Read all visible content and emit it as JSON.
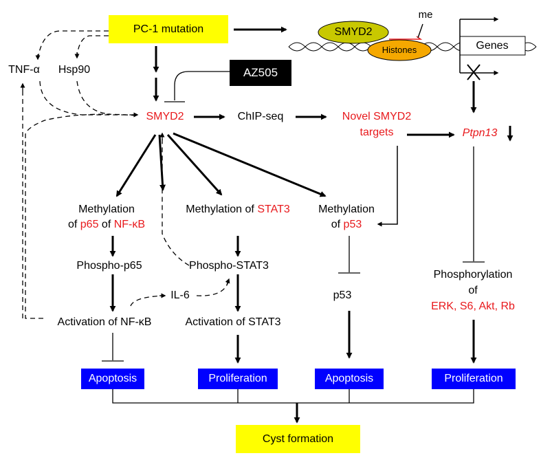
{
  "nodes": {
    "pc1_mutation": "PC-1 mutation",
    "tnf_alpha": "TNF-α",
    "hsp90": "Hsp90",
    "az505": "AZ505",
    "smyd2": "SMYD2",
    "chip_seq": "ChIP-seq",
    "novel_targets_line1": "Novel SMYD2",
    "novel_targets_line2": "targets",
    "ptpn13": "Ptpn13",
    "meth_p65_line1": "Methylation",
    "meth_p65_of": "of ",
    "meth_p65_p65": "p65",
    "meth_p65_of2": " of ",
    "meth_p65_nfkb": "NF-κB",
    "meth_stat3_prefix": "Methylation of ",
    "meth_stat3_stat3": "STAT3",
    "meth_p53_line1": "Methylation",
    "meth_p53_of": "of ",
    "meth_p53_p53": "p53",
    "phospho_p65": "Phospho-p65",
    "phospho_stat3": "Phospho-STAT3",
    "il6": "IL-6",
    "p53": "p53",
    "phosphorylation_line1": "Phosphorylation",
    "phosphorylation_line2": "of",
    "phosphorylation_targets": "ERK, S6, Akt, Rb",
    "activation_nfkb": "Activation of NF-κB",
    "activation_stat3": "Activation of STAT3",
    "apoptosis_1": "Apoptosis",
    "proliferation_1": "Proliferation",
    "apoptosis_2": "Apoptosis",
    "proliferation_2": "Proliferation",
    "cyst_formation": "Cyst formation"
  },
  "chromatin": {
    "smyd2": "SMYD2",
    "histones": "Histones",
    "me": "me",
    "genes": "Genes"
  },
  "colors": {
    "highlight_yellow": "#ffff00",
    "outcome_blue": "#0000ff",
    "target_red": "#e8191c",
    "smyd2_ellipse": "#c8c800",
    "histone_ellipse": "#f5a800"
  }
}
